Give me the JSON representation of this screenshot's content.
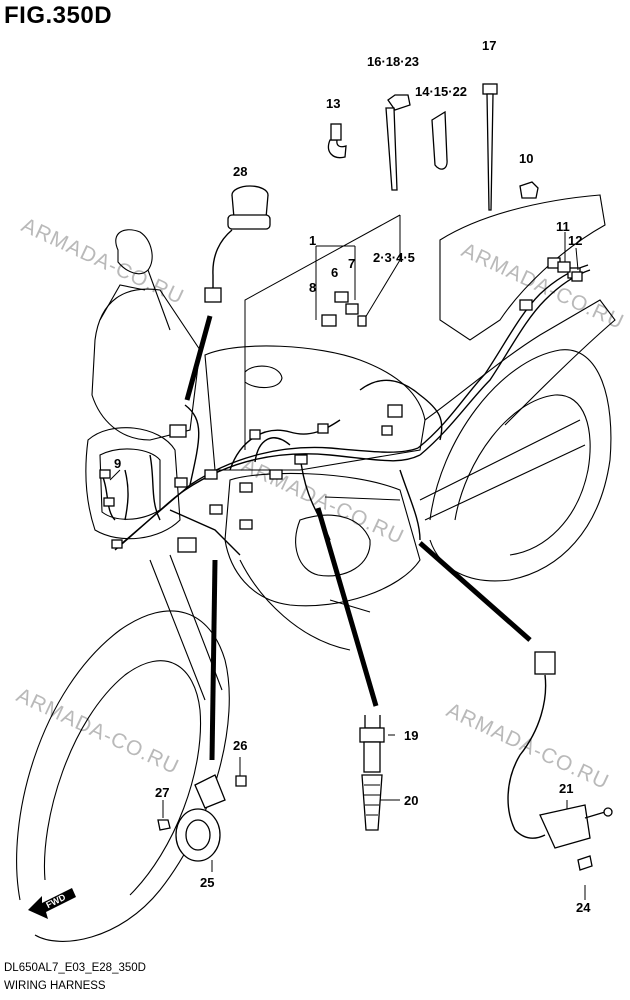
{
  "figure": {
    "title": "FIG.350D",
    "model_code": "DL650AL7_E03_E28_350D",
    "name": "WIRING HARNESS"
  },
  "watermark": "ARMADA-CO.RU",
  "direction_marker": "FWD",
  "callouts": {
    "c1": "1",
    "c6": "6",
    "c7": "7",
    "c8": "8",
    "c2345": "2·3·4·5",
    "c9": "9",
    "c10": "10",
    "c11": "11",
    "c12": "12",
    "c13": "13",
    "c141522": "14·15·22",
    "c161823": "16·18·23",
    "c17": "17",
    "c19": "19",
    "c20": "20",
    "c21": "21",
    "c24": "24",
    "c25": "25",
    "c26": "26",
    "c27": "27",
    "c28": "28"
  }
}
